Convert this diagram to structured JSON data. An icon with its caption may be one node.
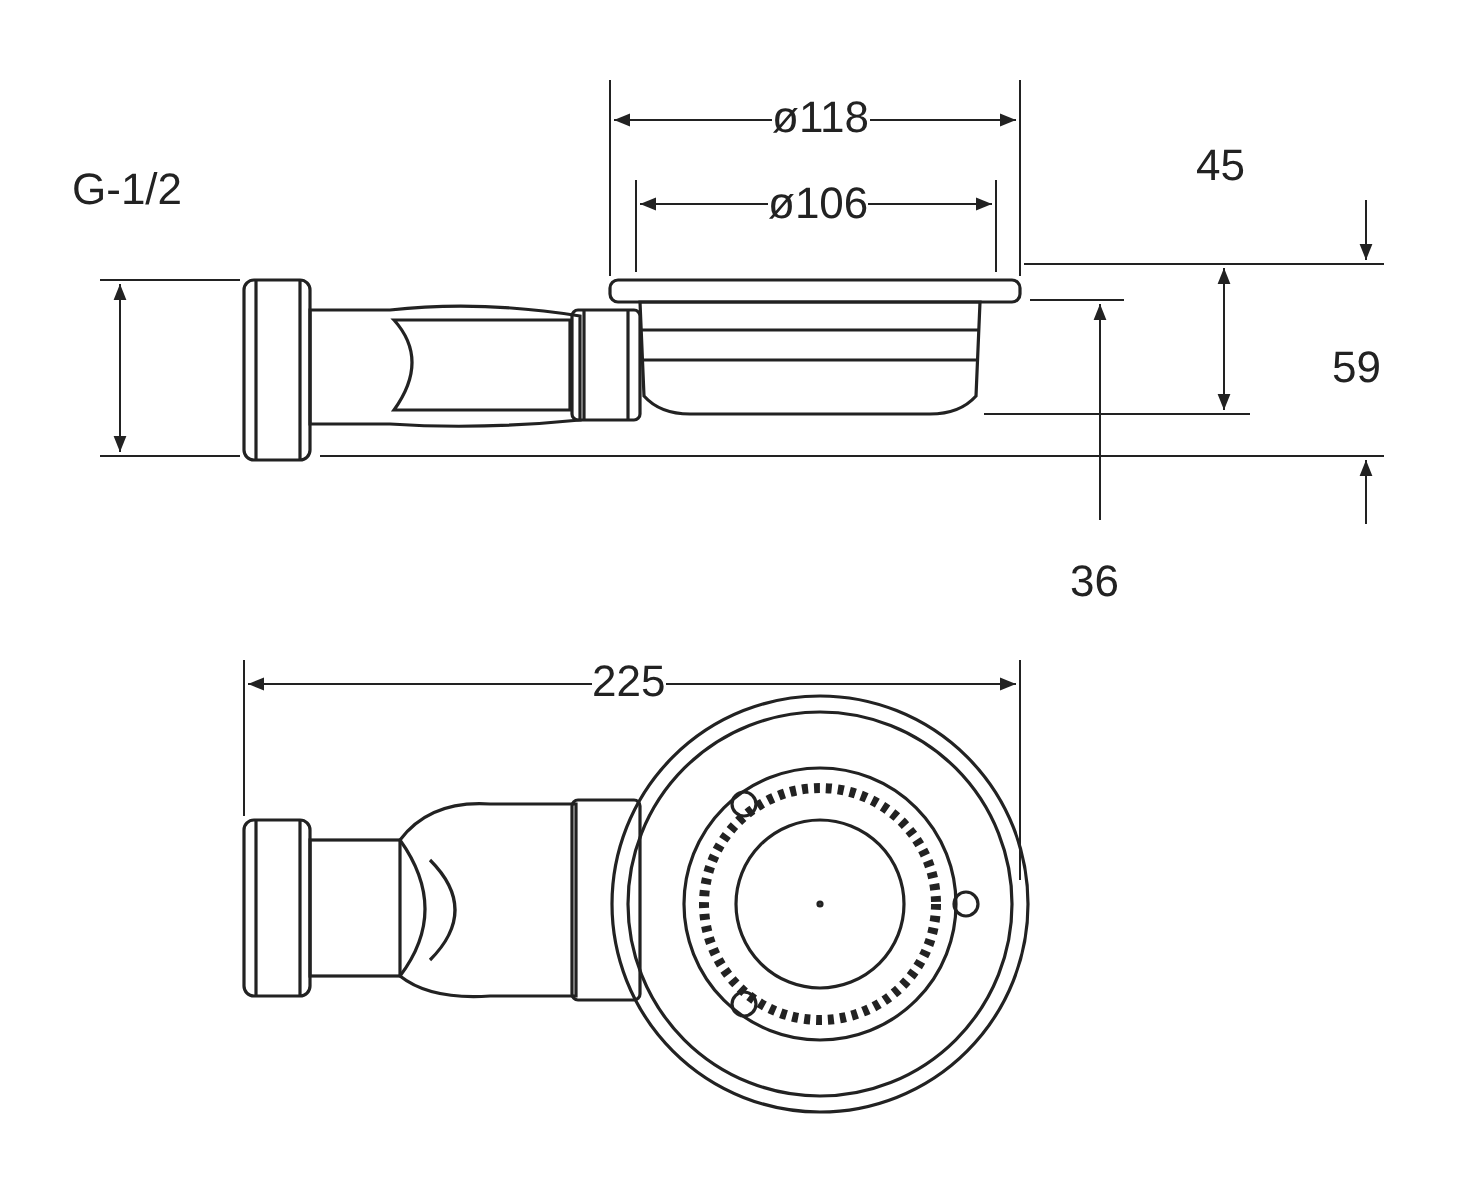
{
  "diagram": {
    "labels": [
      "ø118",
      "45",
      "G-1/2",
      "ø106",
      "59",
      "36",
      "225"
    ]
  }
}
